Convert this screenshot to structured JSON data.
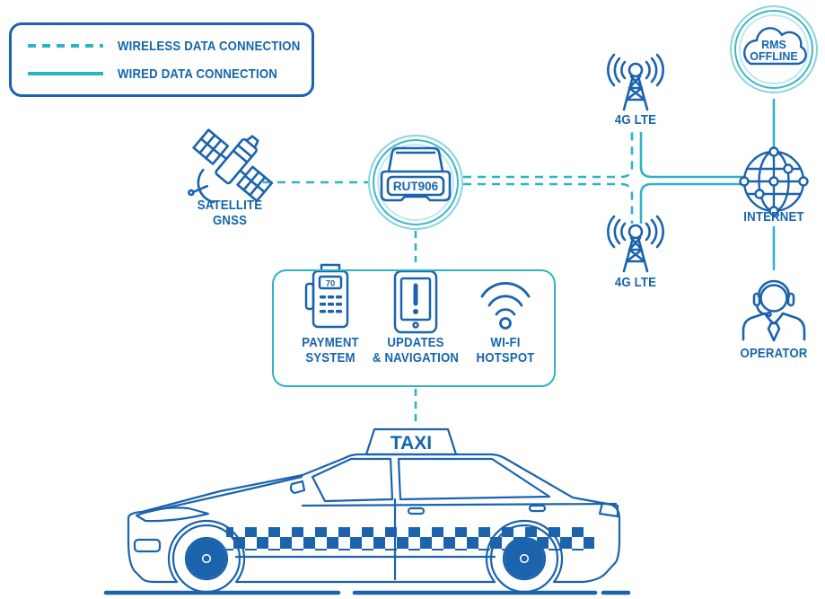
{
  "colors": {
    "teal": "#2eb3c6",
    "blue": "#1b63ad",
    "text_blue": "#1565ad"
  },
  "legend": {
    "items": [
      {
        "style": "dashed",
        "label": "WIRELESS DATA CONNECTION"
      },
      {
        "style": "solid",
        "label": "WIRED DATA CONNECTION"
      }
    ]
  },
  "nodes": {
    "satellite": {
      "line1": "SATELLITE",
      "line2": "GNSS"
    },
    "router": {
      "label": "RUT906"
    },
    "tower_top": {
      "label": "4G LTE"
    },
    "tower_bottom": {
      "label": "4G LTE"
    },
    "rms": {
      "line1": "RMS",
      "line2": "OFFLINE"
    },
    "internet": {
      "label": "INTERNET"
    },
    "operator": {
      "label": "OPERATOR"
    }
  },
  "services": {
    "payment": {
      "line1": "PAYMENT",
      "line2": "SYSTEM",
      "display": "70"
    },
    "updates": {
      "line1": "UPDATES",
      "line2": "& NAVIGATION"
    },
    "wifi": {
      "line1": "WI-FI",
      "line2": "HOTSPOT"
    }
  },
  "taxi": {
    "sign_label": "TAXI"
  }
}
